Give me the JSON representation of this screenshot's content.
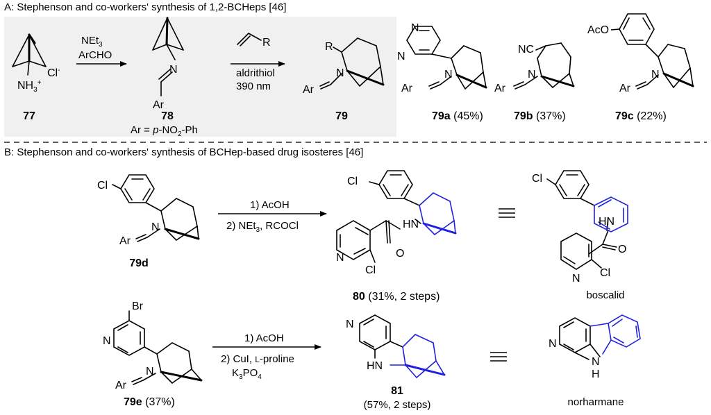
{
  "section_a": {
    "header": "A: Stephenson and co-workers' synthesis of 1,2-BCHeps [46]",
    "step1": {
      "reagent1": "NEt",
      "reagent1_sub": "3",
      "reagent2": "ArCHO"
    },
    "step2": {
      "reagent1": "aldrithiol",
      "reagent2": "390 nm",
      "alkene_r": "R"
    },
    "c77": {
      "id": "77",
      "counterion": "Cl",
      "counterion_sup": "-",
      "amine": "NH",
      "amine_sub": "3",
      "amine_sup": "+"
    },
    "c78": {
      "id": "78",
      "note_prefix": "Ar = ",
      "note_italic": "p",
      "note_mid": "-NO",
      "note_sub": "2",
      "note_suffix": "-Ph"
    },
    "c79": {
      "id": "79"
    },
    "c79a": {
      "id": "79a",
      "yield": " (45%)"
    },
    "c79b": {
      "id": "79b",
      "yield": " (37%)",
      "group": "NC"
    },
    "c79c": {
      "id": "79c",
      "yield": " (22%)",
      "group": "AcO"
    }
  },
  "section_b": {
    "header": "B: Stephenson and co-workers' synthesis of BCHep-based drug isosteres [46]",
    "row1": {
      "step_a": "1) AcOH",
      "step_b_prefix": "2) NEt",
      "step_b_sub": "3",
      "step_b_suffix": ", RCOCl",
      "c79d": {
        "id": "79d"
      },
      "c80": {
        "id": "80",
        "yield": " (31%, 2 steps)"
      },
      "boscalid": {
        "name": "boscalid"
      }
    },
    "row2": {
      "step_a": "1) AcOH",
      "step_b_prefix": "2) CuI, ",
      "step_b_sc": "L",
      "step_b_suffix": "-proline",
      "step_c_prefix": "K",
      "step_c_sub": "3",
      "step_c_suffix": "PO",
      "step_c_sub2": "4",
      "c79e": {
        "id": "79e",
        "yield": " (37%)",
        "group": "Br"
      },
      "c81": {
        "id": "81",
        "yield": "(57%, 2 steps)"
      },
      "norharmane": {
        "name": "norharmane"
      }
    }
  },
  "atoms": {
    "Ar": "Ar",
    "N": "N",
    "R": "R",
    "Cl": "Cl",
    "O": "O",
    "HN": "HN",
    "H": "H",
    "NH": "NH"
  },
  "colors": {
    "panel": "#f0f0f0",
    "bond": "#000000",
    "highlight": "#2020e0"
  }
}
